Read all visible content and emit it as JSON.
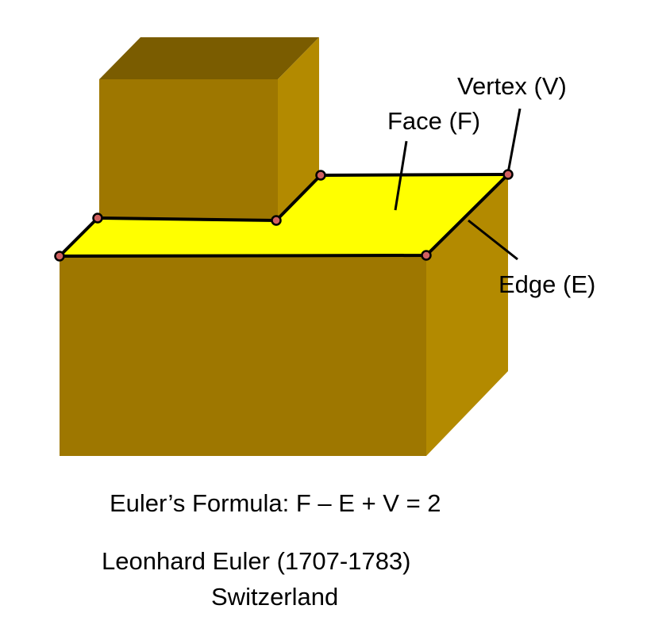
{
  "labels": {
    "vertex": "Vertex (V)",
    "face": "Face (F)",
    "edge": "Edge (E)"
  },
  "formula": "Euler’s Formula:  F – E + V = 2",
  "attribution": {
    "name": "Leonhard Euler (1707-1783)",
    "country": "Switzerland"
  },
  "colors": {
    "front_face": "#9e7700",
    "side_face": "#b38a00",
    "top_face_dark": "#7a5c00",
    "highlight_face": "#ffff00",
    "vertex_fill": "#d06060",
    "outline": "#000000"
  }
}
